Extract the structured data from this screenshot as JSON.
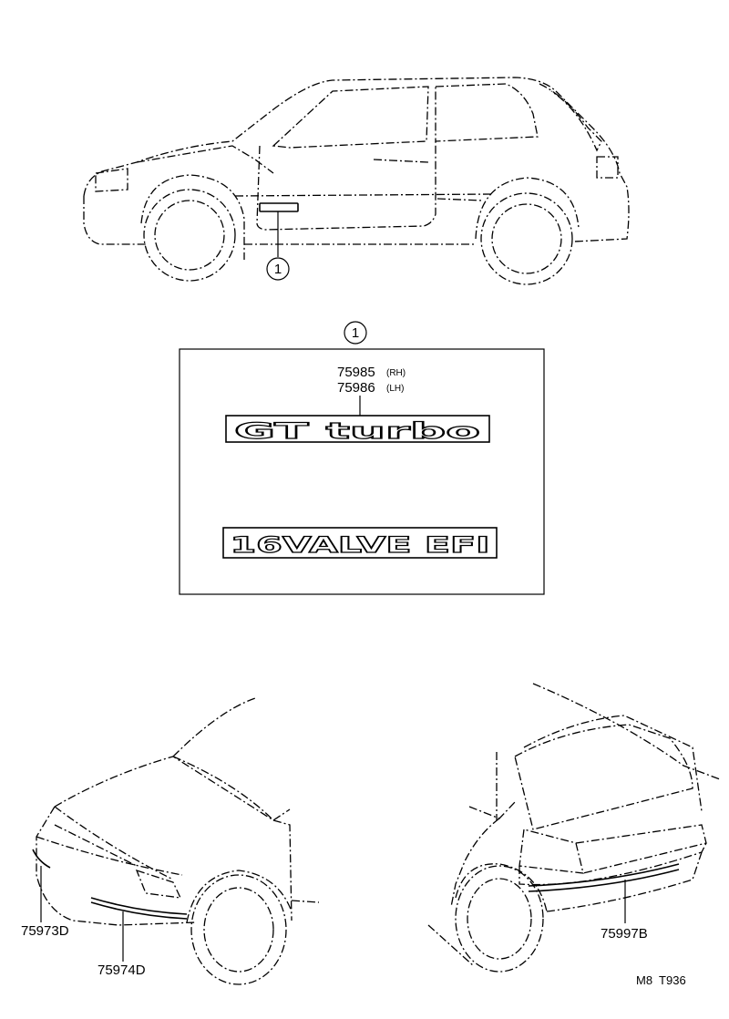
{
  "callout_number": "1",
  "box_callout_number": "1",
  "emblem_part": {
    "number_rh": "75985",
    "side_rh": "(RH)",
    "number_lh": "75986",
    "side_lh": "(LH)"
  },
  "emblem_text_top": "GT turbo",
  "emblem_text_bottom": "16VALVE EFI",
  "front_parts": {
    "upper": "75973D",
    "lower": "75974D"
  },
  "rear_part": "75997B",
  "drawing_ref": "M8  T936"
}
